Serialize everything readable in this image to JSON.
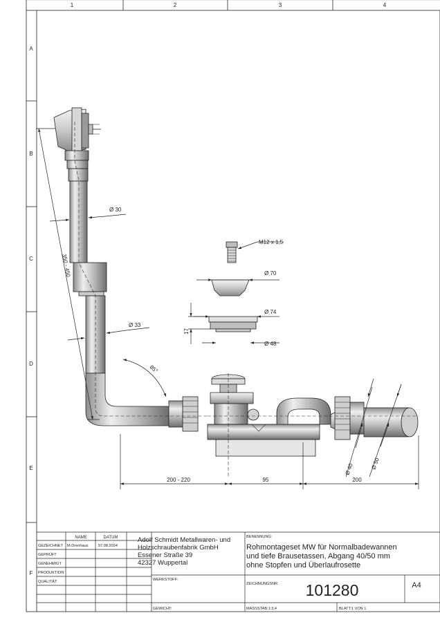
{
  "frame": {
    "columns": [
      "1",
      "2",
      "3",
      "4"
    ],
    "rows": [
      "A",
      "B",
      "C",
      "D",
      "E",
      "F"
    ]
  },
  "dimensions": {
    "d30": "Ø 30",
    "d33": "Ø 33",
    "length": "350 - 450",
    "angle": "85°",
    "thread": "M12 x 1,5",
    "d70": "Ø 70",
    "d74": "Ø 74",
    "h17": "17",
    "d48": "Ø 48",
    "d40": "Ø 40",
    "d50": "Ø 50",
    "w200_220": "200 - 220",
    "w95": "95",
    "w200": "200"
  },
  "title_block": {
    "headers": {
      "name": "NAME",
      "datum": "DATUM"
    },
    "rows": [
      {
        "role": "GEZEICHNET",
        "name": "M.Drenhaus",
        "date": "07.08.2024"
      },
      {
        "role": "GEPRÜFT",
        "name": "",
        "date": ""
      },
      {
        "role": "GENEHMIGT",
        "name": "",
        "date": ""
      },
      {
        "role": "PRODUKTION",
        "name": "",
        "date": ""
      },
      {
        "role": "QUALITÄT",
        "name": "",
        "date": ""
      }
    ],
    "company": [
      "Adolf Schmidt Metallwaren- und",
      "Holzschraubenfabrik GmbH",
      "Essener Straße 39",
      "42327 Wuppertal"
    ],
    "benennung_label": "BENENNUNG:",
    "benennung": [
      "Rohmontageset MW für Normalbadewannen",
      "und tiefe Brausetassen, Abgang 40/50 mm",
      "ohne Stopfen und Überlaufrosette"
    ],
    "werkstoff_label": "WERKSTOFF:",
    "zeichnungsnr_label": "ZEICHNUNGSNR.",
    "zeichnungsnr": "101280",
    "format": "A4",
    "gewicht_label": "GEWICHT:",
    "massstab": "MASSSTAB:1:3,4",
    "blatt": "BLATT:1 VON 1"
  }
}
